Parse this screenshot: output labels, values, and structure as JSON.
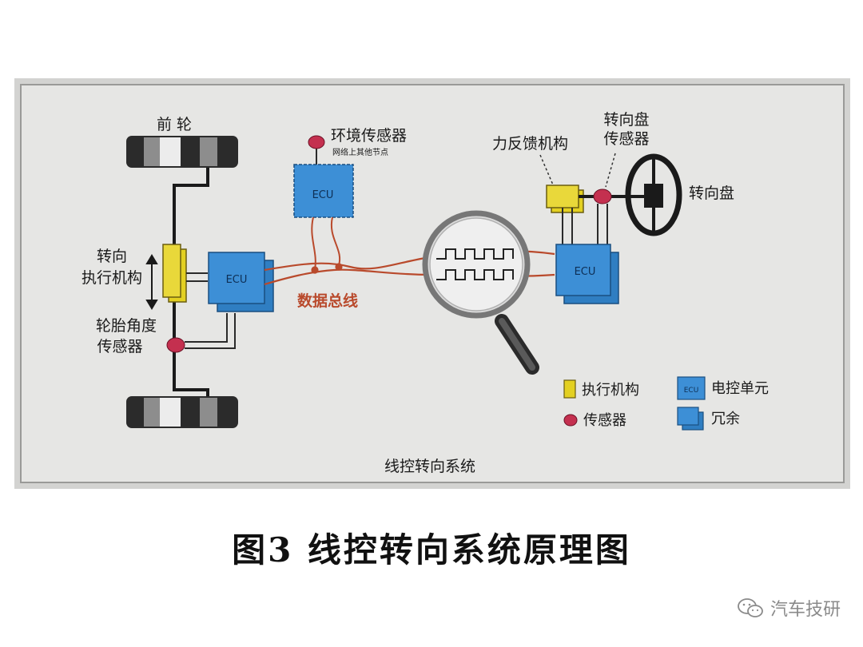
{
  "diagram": {
    "title": "线控转向系统",
    "labels": {
      "front_wheel": "前 轮",
      "steering_actuator_1": "转向",
      "steering_actuator_2": "执行机构",
      "tire_angle_sensor_1": "轮胎角度",
      "tire_angle_sensor_2": "传感器",
      "env_sensor": "环境传感器",
      "env_sensor_note": "网络上其他节点",
      "data_bus": "数据总线",
      "force_feedback": "力反馈机构",
      "wheel_sensor_1": "转向盘",
      "wheel_sensor_2": "传感器",
      "steering_wheel": "转向盘",
      "ecu": "ECU"
    },
    "legend": {
      "actuator": "执行机构",
      "ecu": "电控单元",
      "sensor": "传感器",
      "redundant": "冗余",
      "ecu_abbr": "ECU"
    },
    "colors": {
      "ecu_blue": "#3d8fd6",
      "actuator_yellow": "#e3d021",
      "sensor_red": "#c4304f",
      "bus_red": "#b94a2c",
      "panel_bg": "#e6e6e4"
    }
  },
  "caption": "图3  线控转向系统原理图",
  "watermark": "汽车技研"
}
